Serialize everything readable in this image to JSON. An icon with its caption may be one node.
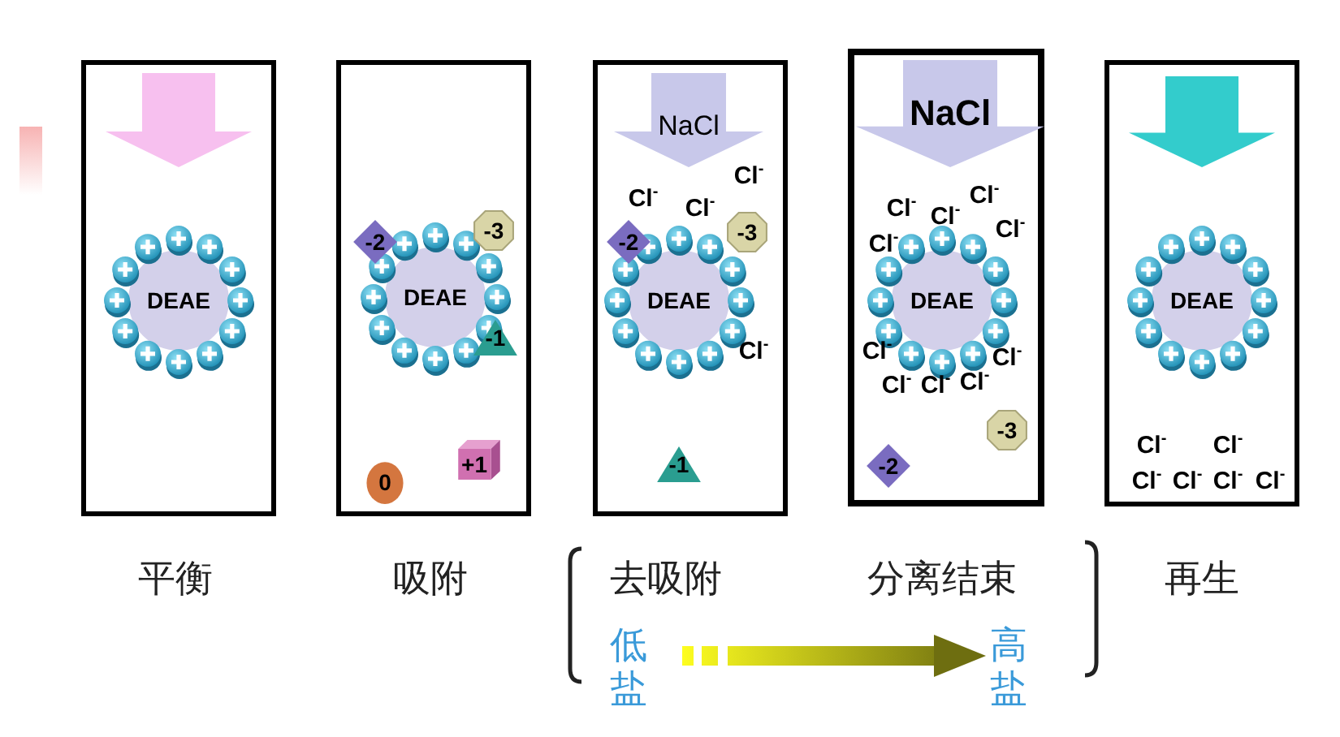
{
  "diagram": {
    "nodes": [
      {
        "text": [
          "平衡"
        ]
      },
      {
        "text": [
          "DEAE"
        ],
        "in": 0
      },
      {
        "text": [
          "吸附"
        ]
      },
      {
        "text": [
          "-2"
        ],
        "in": 2
      },
      {
        "text": [
          "-3"
        ],
        "in": 2
      },
      {
        "text": [
          "DEAE"
        ],
        "in": 2
      },
      {
        "text": [
          "-1"
        ],
        "in": 2
      },
      {
        "text": [
          "0"
        ],
        "in": 2
      },
      {
        "text": [
          "+1"
        ],
        "in": 2
      },
      {
        "text": [
          "去吸附"
        ]
      },
      {
        "text": [
          "NaCl"
        ],
        "in": 9
      },
      {
        "text": [
          "-2"
        ],
        "in": 9
      },
      {
        "text": [
          "-3"
        ],
        "in": 9
      },
      {
        "text": [
          "DEAE"
        ],
        "in": 9
      },
      {
        "text": [
          "-1"
        ],
        "in": 9
      },
      {
        "text": [
          "分离结束"
        ]
      },
      {
        "text": [
          "NaCl"
        ],
        "in": 15
      },
      {
        "text": [
          "DEAE"
        ],
        "in": 15
      },
      {
        "text": [
          "-3"
        ],
        "in": 15
      },
      {
        "text": [
          "-2"
        ],
        "in": 15
      },
      {
        "text": [
          "再生"
        ]
      },
      {
        "text": [
          "DEAE"
        ],
        "in": 20
      },
      {
        "text": [
          "低盐"
        ]
      },
      {
        "text": [
          "高盐"
        ]
      }
    ],
    "edges": [
      {
        "from": 22,
        "to": 23,
        "arrow": "to"
      }
    ],
    "labels": [
      "Cl$^{-}$",
      "Cl$^{-}$",
      "Cl$^{-}$",
      "Cl$^{-}$",
      "Cl$^{-}$",
      "Cl$^{-}$",
      "Cl$^{-}$",
      "Cl$^{-}$",
      "Cl$^{-}$",
      "Cl$^{-}$",
      "Cl$^{-}$",
      "Cl$^{-}$",
      "Cl$^{-}$",
      "Cl$^{-}$",
      "Cl$^{-}$",
      "Cl$^{-}$",
      "Cl$^{-}$",
      "Cl$^{-}$",
      "Cl$^{-}$",
      "Cl$^{-}$"
    ]
  }
}
